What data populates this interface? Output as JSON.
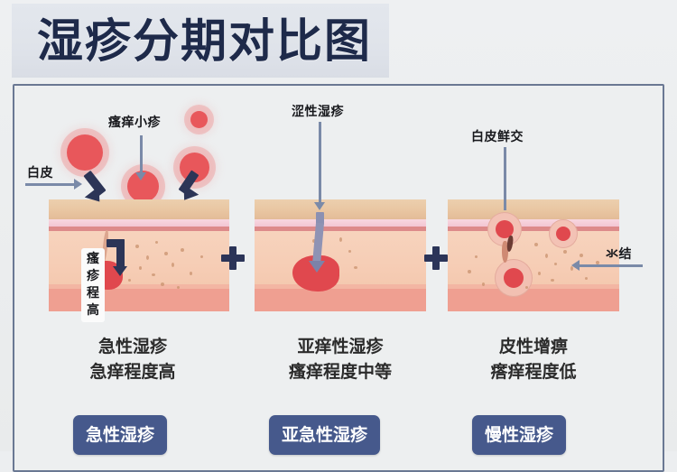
{
  "header": {
    "title": "湿疹分期对比图",
    "band_color": "#dfe3ea",
    "title_color": "#1e2a4a"
  },
  "frame": {
    "border_color": "#6a7893",
    "background": "#edeff0"
  },
  "separators": [
    {
      "symbol": "+",
      "name": "plus-separator-1",
      "color": "#2b3458"
    },
    {
      "symbol": "+",
      "name": "plus-separator-2",
      "color": "#2b3458"
    }
  ],
  "panels": [
    {
      "id": "acute",
      "annotations": {
        "left_label": "白皮",
        "top_label": "瘙痒小疹",
        "vertical_label": "瘙疹程高"
      },
      "caption_line1": "急性湿疹",
      "caption_line2": "急痒程度高",
      "badge": "急性湿疹"
    },
    {
      "id": "subacute",
      "annotations": {
        "top_label": "涩性湿疹"
      },
      "caption_line1": "亚痒性湿疹",
      "caption_line2": "瘙痒程度中等",
      "badge": "亚急性湿疹"
    },
    {
      "id": "chronic",
      "annotations": {
        "top_label": "白皮鲜交",
        "right_label": "氺结"
      },
      "caption_line1": "皮性增痹",
      "caption_line2": "瘩痒程度低",
      "badge": "慢性湿疹"
    }
  ],
  "colors": {
    "badge_bg": "#46598c",
    "badge_text": "#ffffff",
    "arrow_navy": "#2c3557",
    "pointer_line": "#7a8aa8",
    "bump_red": "#e8575b",
    "skin_epidermis": "#e9c6a2",
    "skin_pink_band": "#f4cbd6",
    "skin_red_line": "#dd8a8a",
    "skin_dermis": "#f6cdb5",
    "skin_subcutaneous": "#ef9f91",
    "page_background": "#eceef0"
  }
}
